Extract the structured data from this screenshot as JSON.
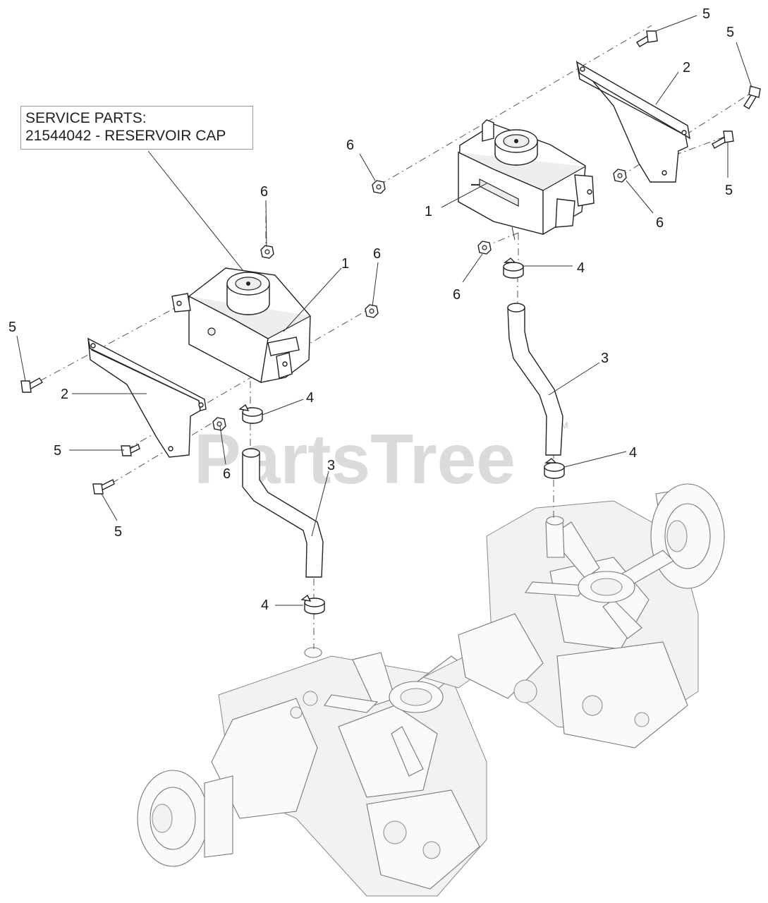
{
  "service_box": {
    "line1": "SERVICE PARTS:",
    "line2": "21544042 - RESERVOIR CAP"
  },
  "watermark": {
    "text": "PartsTree",
    "tm": "TM"
  },
  "callouts": [
    {
      "id": "c-5-top-a",
      "label": "5"
    },
    {
      "id": "c-5-top-b",
      "label": "5"
    },
    {
      "id": "c-2-right",
      "label": "2"
    },
    {
      "id": "c-6-right-a",
      "label": "6"
    },
    {
      "id": "c-1-right",
      "label": "1"
    },
    {
      "id": "c-5-right-c",
      "label": "5"
    },
    {
      "id": "c-6-right-b",
      "label": "6"
    },
    {
      "id": "c-6-right-c",
      "label": "6"
    },
    {
      "id": "c-4-right-a",
      "label": "4"
    },
    {
      "id": "c-3-right",
      "label": "3"
    },
    {
      "id": "c-4-right-b",
      "label": "4"
    },
    {
      "id": "c-6-left-a",
      "label": "6"
    },
    {
      "id": "c-6-left-b",
      "label": "6"
    },
    {
      "id": "c-1-left",
      "label": "1"
    },
    {
      "id": "c-5-left-a",
      "label": "5"
    },
    {
      "id": "c-2-left",
      "label": "2"
    },
    {
      "id": "c-4-left-a",
      "label": "4"
    },
    {
      "id": "c-5-left-b",
      "label": "5"
    },
    {
      "id": "c-6-left-c",
      "label": "6"
    },
    {
      "id": "c-3-left",
      "label": "3"
    },
    {
      "id": "c-5-left-c",
      "label": "5"
    },
    {
      "id": "c-4-left-b",
      "label": "4"
    }
  ]
}
